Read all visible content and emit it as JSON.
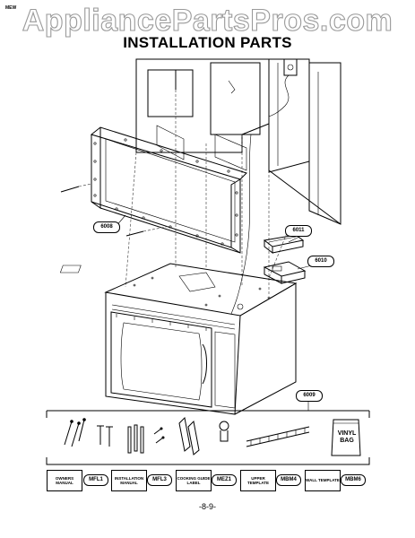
{
  "watermark": "AppliancePartsPros.com",
  "page_code": "MEW",
  "title": "INSTALLATION PARTS",
  "page_number": "-8-9-",
  "callouts": {
    "frame": "6008",
    "upper_part": "6011",
    "lower_part": "6010",
    "kit": "6009"
  },
  "bag_label": "VINYL BAG",
  "literature": [
    {
      "label": "OWNERS MANUAL",
      "code": "MFL1"
    },
    {
      "label": "INSTALLATION MANUAL",
      "code": "MFL3"
    },
    {
      "label": "COOKING GUIDE LABEL",
      "code": "MEZ1"
    },
    {
      "label": "UPPER TEMPLATE",
      "code": "MBM4"
    },
    {
      "label": "WALL TEMPLATE",
      "code": "MBM6"
    }
  ]
}
